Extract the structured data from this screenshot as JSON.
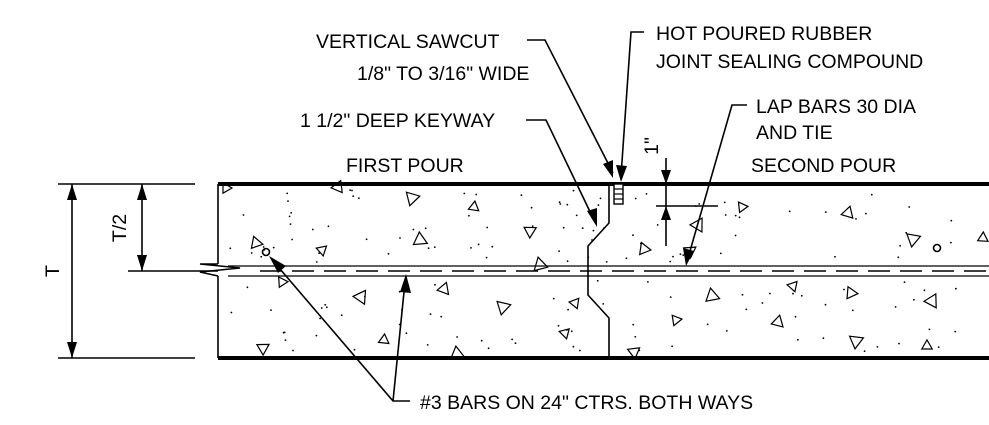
{
  "labels": {
    "vertical_sawcut": "VERTICAL SAWCUT",
    "sawcut_width": "1/8\" TO 3/16\" WIDE",
    "hot_poured": "HOT POURED RUBBER",
    "joint_sealing": "JOINT SEALING COMPOUND",
    "keyway": "1 1/2\" DEEP KEYWAY",
    "lap_bars": "LAP BARS 30 DIA",
    "and_tie": "AND TIE",
    "first_pour": "FIRST POUR",
    "second_pour": "SECOND POUR",
    "sawcut_depth": "1\"",
    "half_thickness": "T/2",
    "thickness": "T",
    "rebar_note": "#3 BARS ON 24\" CTRS. BOTH WAYS"
  }
}
